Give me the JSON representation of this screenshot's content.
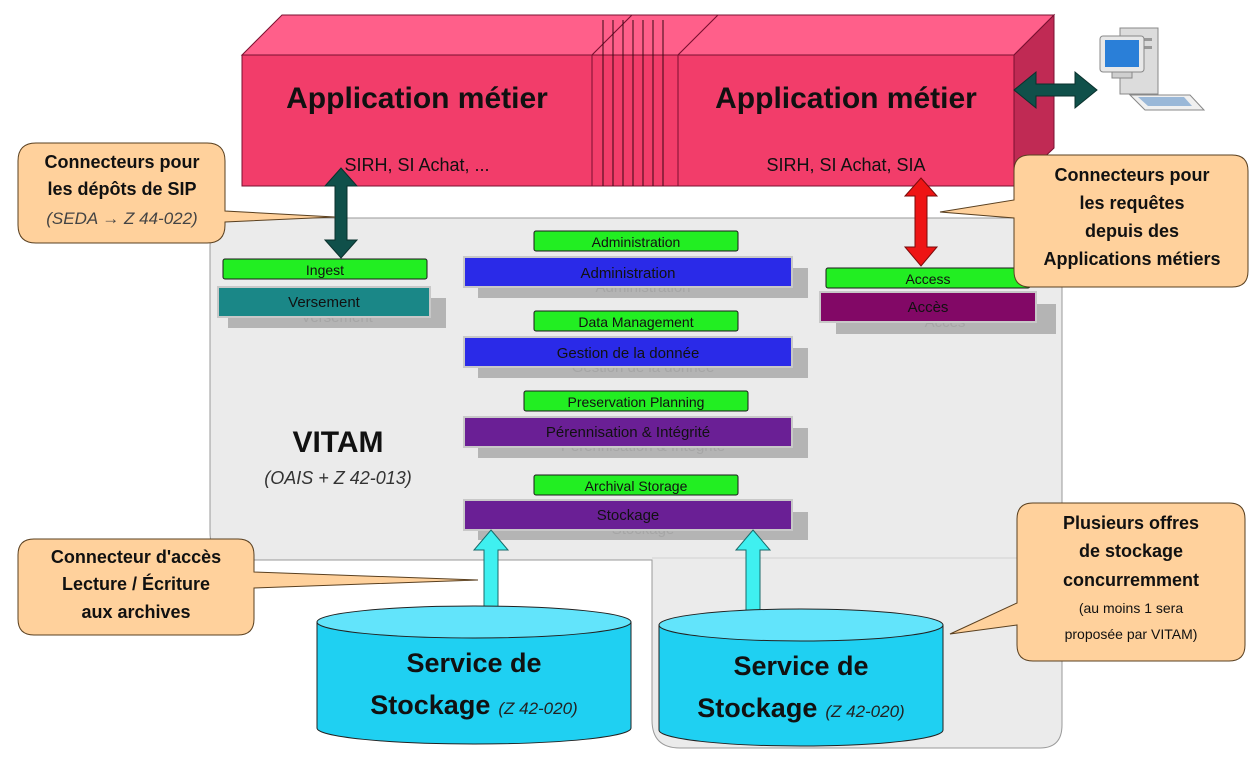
{
  "app_blocks": [
    {
      "title": "Application métier",
      "subtitle": "SIRH, SI Achat, ..."
    },
    {
      "title": "Application métier",
      "subtitle": "SIRH, SI Achat, SIA"
    }
  ],
  "vitam": {
    "title": "VITAM",
    "subtitle": "(OAIS + Z 42-013)"
  },
  "modules": {
    "ingest": {
      "tag": "Ingest",
      "label": "Versement",
      "shadow": "Versement"
    },
    "access": {
      "tag": "Access",
      "label": "Accès",
      "shadow": "Accès"
    },
    "administration": {
      "tag": "Administration",
      "label": "Administration",
      "shadow": "Administration"
    },
    "data_management": {
      "tag": "Data Management",
      "label": "Gestion de la donnée",
      "shadow": "Gestion de la donnée"
    },
    "preservation": {
      "tag": "Preservation Planning",
      "label": "Pérennisation & Intégrité",
      "shadow": "Pérennisation & Intégrité"
    },
    "storage": {
      "tag": "Archival Storage",
      "label": "Stockage",
      "shadow": "Stockage"
    }
  },
  "callouts": {
    "sip": {
      "line1": "Connecteurs pour",
      "line2": "les dépôts de SIP",
      "line3": "(SEDA → Z 44-022)"
    },
    "requests": {
      "line1": "Connecteurs pour",
      "line2": "les requêtes",
      "line3": "depuis des",
      "line4": "Applications métiers"
    },
    "access_connector": {
      "line1": "Connecteur d'accès",
      "line2": "Lecture / Écriture",
      "line3": "aux archives"
    },
    "offers": {
      "line1": "Plusieurs offres",
      "line2": "de stockage",
      "line3": "concurremment",
      "line4": "(au moins 1 sera",
      "line5": "proposée par VITAM)"
    }
  },
  "storage_services": [
    {
      "title_line1": "Service de",
      "title_line2": "Stockage",
      "ref": "(Z 42-020)"
    },
    {
      "title_line1": "Service de",
      "title_line2": "Stockage",
      "ref": "(Z 42-020)"
    }
  ],
  "colors": {
    "app_front": "#f23d6a",
    "app_top": "#ff5f8a",
    "app_side": "#c02a54",
    "vitam_bg": "#ebebeb",
    "tag_green": "#22ee22",
    "blue_module": "#2a2ae8",
    "teal_module": "#1a8787",
    "purple_module": "#6a1f95",
    "maroon_module": "#820866",
    "callout": "#ffd19c",
    "cylinder": "#1fd0f2",
    "dark_arrow": "#10504a",
    "red_arrow": "#ee1414",
    "cyan_arrow": "#3ff0f0"
  },
  "icons": {
    "computer": "computer-icon"
  }
}
